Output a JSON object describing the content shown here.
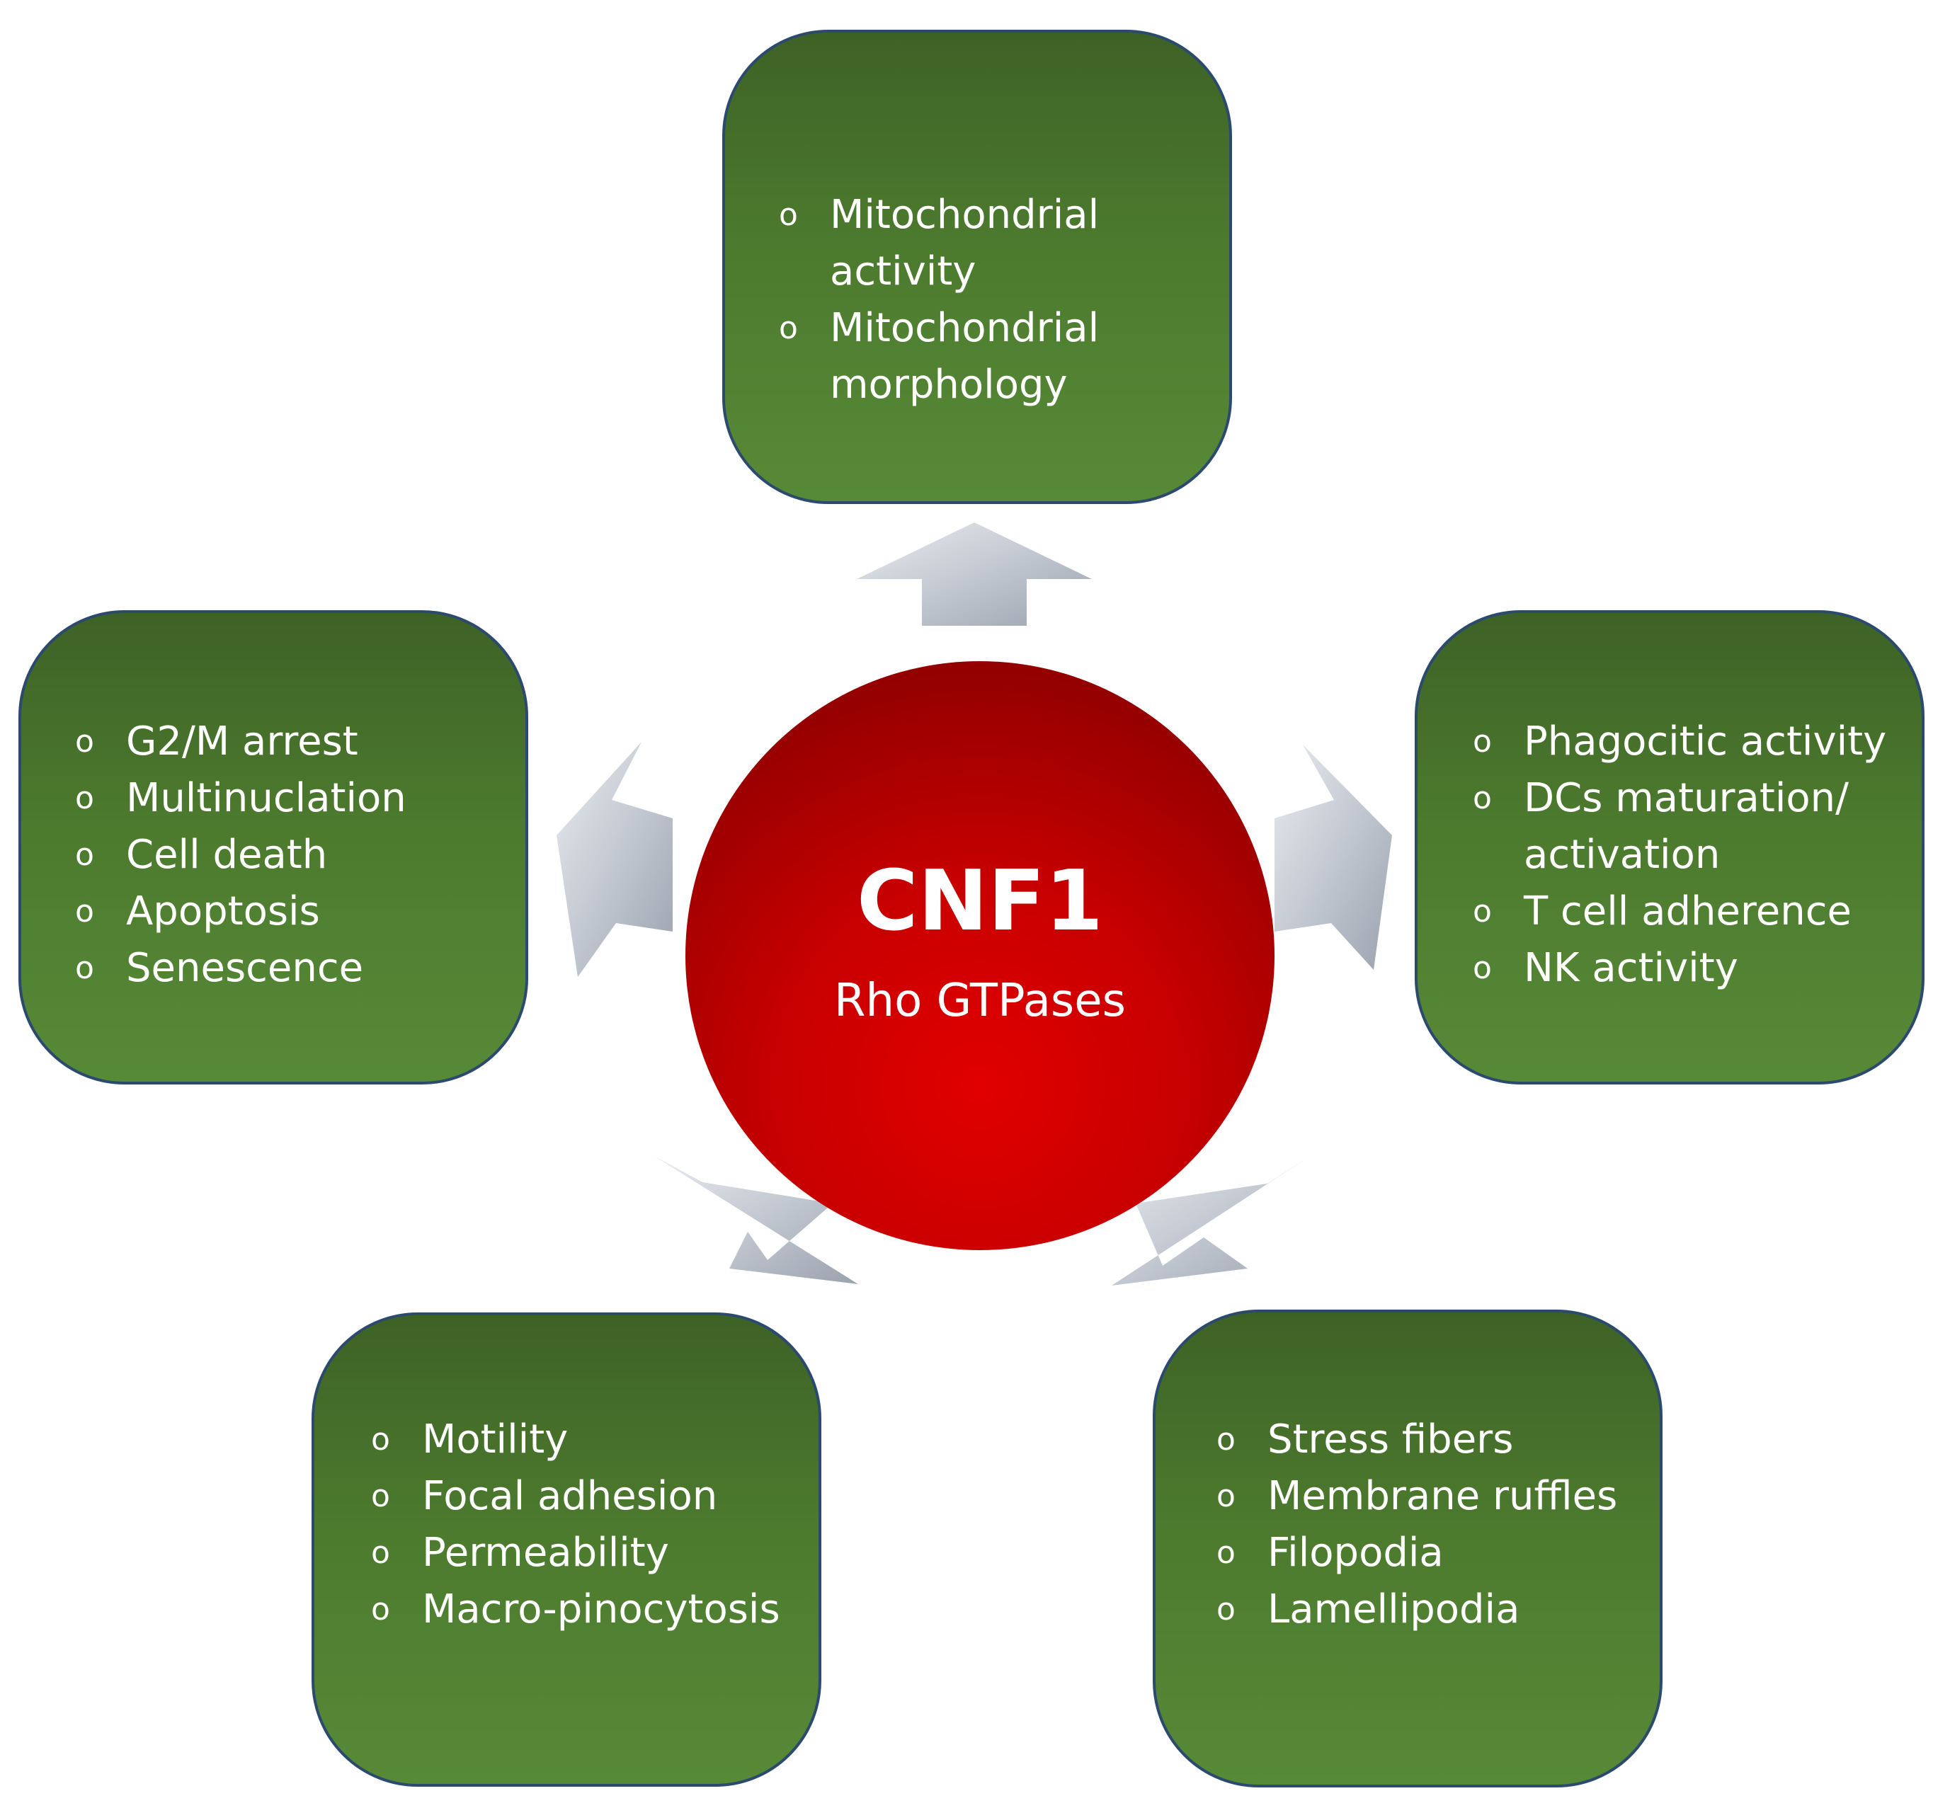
{
  "center": {
    "title": "CNF1",
    "subtitle": "Rho GTPases"
  },
  "boxes": {
    "top": {
      "items": [
        [
          "Mitochondrial",
          "activity"
        ],
        [
          "Mitochondrial",
          "morphology"
        ]
      ]
    },
    "left": {
      "items": [
        [
          "G2/M arrest"
        ],
        [
          "Multinuclation"
        ],
        [
          "Cell death"
        ],
        [
          "Apoptosis"
        ],
        [
          "Senescence"
        ]
      ]
    },
    "right": {
      "items": [
        [
          "Phagocitic activity"
        ],
        [
          "DCs maturation/",
          "activation"
        ],
        [
          "T cell adherence"
        ],
        [
          "NK activity"
        ]
      ]
    },
    "bottom_left": {
      "items": [
        [
          "Motility"
        ],
        [
          "Focal adhesion"
        ],
        [
          "Permeability"
        ],
        [
          "Macro-pinocytosis"
        ]
      ]
    },
    "bottom_right": {
      "items": [
        [
          "Stress fibers"
        ],
        [
          "Membrane ruffles"
        ],
        [
          "Filopodia"
        ],
        [
          "Lamellipodia"
        ]
      ]
    }
  },
  "bullet_glyph": "o",
  "colors": {
    "box_fill": "#4c7a2e",
    "box_border": "#2b4a6e",
    "circle_fill": "#c70000",
    "arrow_fill": "#c4cad3"
  }
}
